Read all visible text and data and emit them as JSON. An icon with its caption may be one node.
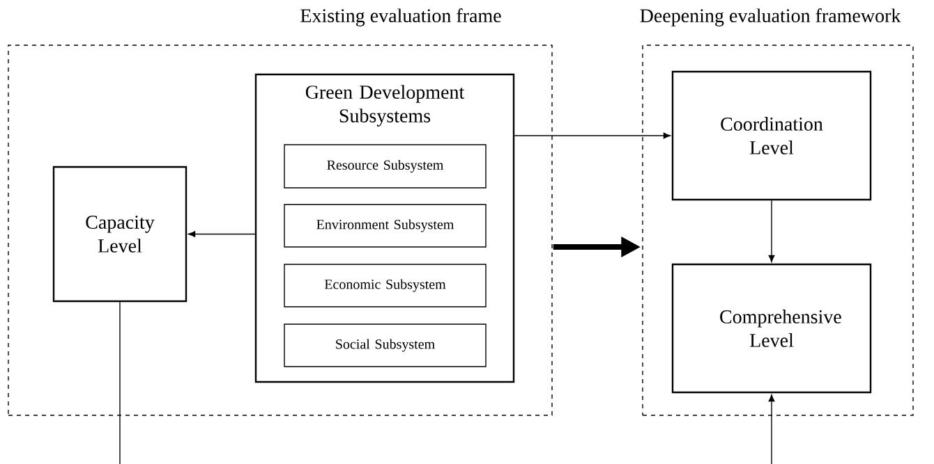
{
  "diagram": {
    "nodes": [
      {
        "text": [
          "Existing evaluation frame"
        ]
      },
      {
        "text": [
          "Deepening evaluation framework"
        ]
      },
      {
        "text": [
          "Capacity Level"
        ],
        "in": 0
      },
      {
        "text": [
          "Green Development Subsystems"
        ],
        "in": 0
      },
      {
        "text": [
          "Resource Subsystem"
        ],
        "in": 3
      },
      {
        "text": [
          "Environment Subsystem"
        ],
        "in": 3
      },
      {
        "text": [
          "Economic Subsystem"
        ],
        "in": 3
      },
      {
        "text": [
          "Social Subsystem"
        ],
        "in": 3
      },
      {
        "text": [
          "Coordination Level"
        ],
        "in": 1
      },
      {
        "text": [
          "Comprehensive Level"
        ],
        "in": 1
      }
    ],
    "edges": [
      {
        "from": 3,
        "to": 2,
        "arrow": "to"
      },
      {
        "from": 3,
        "to": 8,
        "arrow": "to"
      },
      {
        "from": 8,
        "to": 9,
        "arrow": "to"
      },
      {
        "from": 0,
        "to": 1,
        "arrow": "to",
        "style": "thick"
      },
      {
        "from": 2,
        "to": 9,
        "arrow": "to"
      }
    ]
  }
}
